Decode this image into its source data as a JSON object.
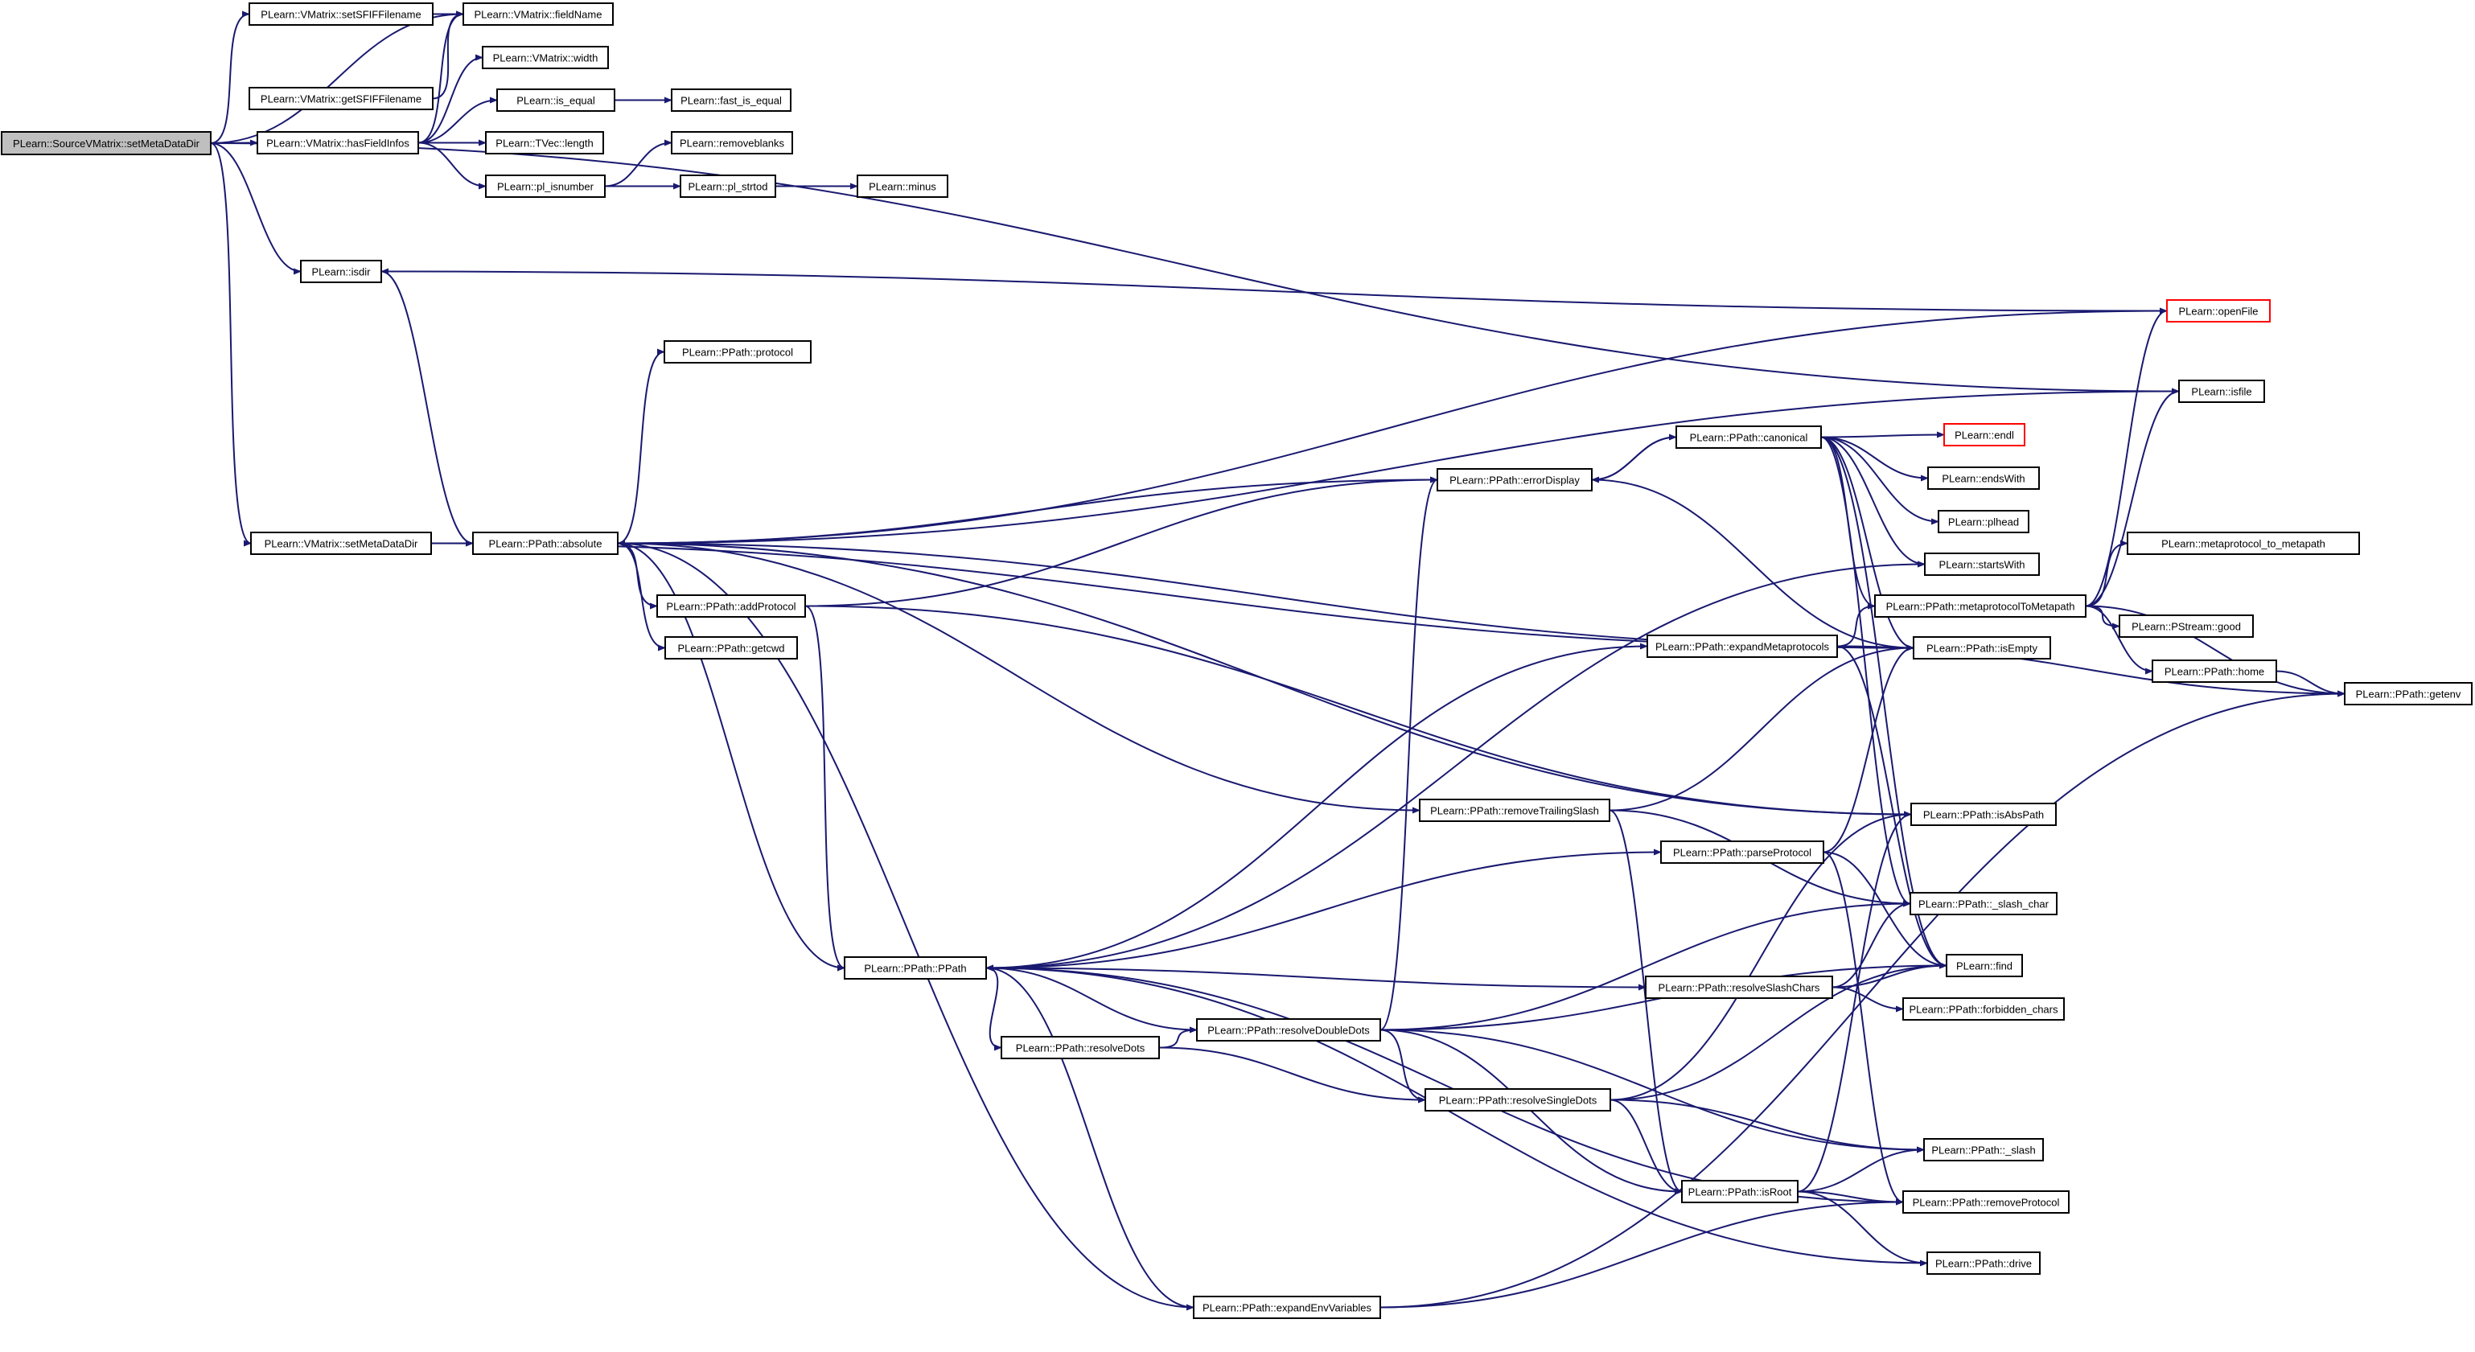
{
  "colors": {
    "edge": "#191970",
    "node_fill": "#ffffff",
    "root_fill": "#bfbfbf",
    "node_border": "#000000",
    "truncated_border": "#ff0000"
  },
  "nodes": {
    "setMetaDataDir_src": {
      "label": "PLearn::SourceVMatrix::setMetaDataDir",
      "style": "root"
    },
    "setSFIFFilename": {
      "label": "PLearn::VMatrix::setSFIFFilename"
    },
    "fieldName": {
      "label": "PLearn::VMatrix::fieldName"
    },
    "getSFIFFilename": {
      "label": "PLearn::VMatrix::getSFIFFilename"
    },
    "width": {
      "label": "PLearn::VMatrix::width"
    },
    "hasFieldInfos": {
      "label": "PLearn::VMatrix::hasFieldInfos"
    },
    "is_equal": {
      "label": "PLearn::is_equal"
    },
    "fast_is_equal": {
      "label": "PLearn::fast_is_equal"
    },
    "tvec_length": {
      "label": "PLearn::TVec::length"
    },
    "removeblanks": {
      "label": "PLearn::removeblanks"
    },
    "pl_isnumber": {
      "label": "PLearn::pl_isnumber"
    },
    "pl_strtod": {
      "label": "PLearn::pl_strtod"
    },
    "minus": {
      "label": "PLearn::minus"
    },
    "isdir": {
      "label": "PLearn::isdir"
    },
    "openFile": {
      "label": "PLearn::openFile",
      "style": "truncated"
    },
    "protocol": {
      "label": "PLearn::PPath::protocol"
    },
    "isfile": {
      "label": "PLearn::isfile"
    },
    "canonical": {
      "label": "PLearn::PPath::canonical"
    },
    "endl": {
      "label": "PLearn::endl",
      "style": "truncated"
    },
    "errorDisplay": {
      "label": "PLearn::PPath::errorDisplay"
    },
    "endsWith": {
      "label": "PLearn::endsWith"
    },
    "plhead": {
      "label": "PLearn::plhead"
    },
    "vm_setMetaDataDir": {
      "label": "PLearn::VMatrix::setMetaDataDir"
    },
    "absolute": {
      "label": "PLearn::PPath::absolute"
    },
    "metaproto_to_metapath": {
      "label": "PLearn::metaprotocol_to_metapath"
    },
    "startsWith": {
      "label": "PLearn::startsWith"
    },
    "addProtocol": {
      "label": "PLearn::PPath::addProtocol"
    },
    "metaprotocolToMetapath": {
      "label": "PLearn::PPath::metaprotocolToMetapath"
    },
    "pstream_good": {
      "label": "PLearn::PStream::good"
    },
    "expandMetaprotocols": {
      "label": "PLearn::PPath::expandMetaprotocols"
    },
    "getcwd": {
      "label": "PLearn::PPath::getcwd"
    },
    "isEmpty": {
      "label": "PLearn::PPath::isEmpty"
    },
    "home": {
      "label": "PLearn::PPath::home"
    },
    "getenv": {
      "label": "PLearn::PPath::getenv"
    },
    "removeTrailingSlash": {
      "label": "PLearn::PPath::removeTrailingSlash"
    },
    "isAbsPath": {
      "label": "PLearn::PPath::isAbsPath"
    },
    "parseProtocol": {
      "label": "PLearn::PPath::parseProtocol"
    },
    "slash_char": {
      "label": "PLearn::PPath::_slash_char"
    },
    "ppath_ctor": {
      "label": "PLearn::PPath::PPath"
    },
    "find": {
      "label": "PLearn::find"
    },
    "resolveSlashChars": {
      "label": "PLearn::PPath::resolveSlashChars"
    },
    "forbidden_chars": {
      "label": "PLearn::PPath::forbidden_chars"
    },
    "resolveDoubleDots": {
      "label": "PLearn::PPath::resolveDoubleDots"
    },
    "resolveDots": {
      "label": "PLearn::PPath::resolveDots"
    },
    "resolveSingleDots": {
      "label": "PLearn::PPath::resolveSingleDots"
    },
    "slash": {
      "label": "PLearn::PPath::_slash"
    },
    "isRoot": {
      "label": "PLearn::PPath::isRoot"
    },
    "removeProtocol": {
      "label": "PLearn::PPath::removeProtocol"
    },
    "drive": {
      "label": "PLearn::PPath::drive"
    },
    "expandEnvVariables": {
      "label": "PLearn::PPath::expandEnvVariables"
    }
  },
  "edges": [
    [
      "setMetaDataDir_src",
      "setSFIFFilename"
    ],
    [
      "setMetaDataDir_src",
      "fieldName"
    ],
    [
      "setMetaDataDir_src",
      "hasFieldInfos"
    ],
    [
      "setMetaDataDir_src",
      "isdir"
    ],
    [
      "setMetaDataDir_src",
      "vm_setMetaDataDir"
    ],
    [
      "setMetaDataDir_src",
      "isfile"
    ],
    [
      "setSFIFFilename",
      "fieldName"
    ],
    [
      "getSFIFFilename",
      "fieldName"
    ],
    [
      "hasFieldInfos",
      "fieldName"
    ],
    [
      "hasFieldInfos",
      "width"
    ],
    [
      "hasFieldInfos",
      "is_equal"
    ],
    [
      "hasFieldInfos",
      "tvec_length"
    ],
    [
      "hasFieldInfos",
      "pl_isnumber"
    ],
    [
      "is_equal",
      "fast_is_equal"
    ],
    [
      "pl_isnumber",
      "removeblanks"
    ],
    [
      "pl_isnumber",
      "pl_strtod"
    ],
    [
      "pl_strtod",
      "minus"
    ],
    [
      "openFile",
      "isdir"
    ],
    [
      "openFile",
      "absolute"
    ],
    [
      "isdir",
      "absolute"
    ],
    [
      "isfile",
      "absolute"
    ],
    [
      "vm_setMetaDataDir",
      "absolute"
    ],
    [
      "vm_setMetaDataDir",
      "isEmpty"
    ],
    [
      "absolute",
      "protocol"
    ],
    [
      "absolute",
      "addProtocol"
    ],
    [
      "absolute",
      "getcwd"
    ],
    [
      "absolute",
      "isEmpty"
    ],
    [
      "absolute",
      "isAbsPath"
    ],
    [
      "absolute",
      "removeTrailingSlash"
    ],
    [
      "absolute",
      "ppath_ctor"
    ],
    [
      "absolute",
      "expandEnvVariables"
    ],
    [
      "addProtocol",
      "errorDisplay"
    ],
    [
      "addProtocol",
      "isAbsPath"
    ],
    [
      "addProtocol",
      "ppath_ctor"
    ],
    [
      "errorDisplay",
      "absolute"
    ],
    [
      "errorDisplay",
      "canonical"
    ],
    [
      "errorDisplay",
      "isEmpty"
    ],
    [
      "canonical",
      "errorDisplay"
    ],
    [
      "canonical",
      "endl"
    ],
    [
      "canonical",
      "endsWith"
    ],
    [
      "canonical",
      "plhead"
    ],
    [
      "canonical",
      "startsWith"
    ],
    [
      "canonical",
      "metaprotocolToMetapath"
    ],
    [
      "canonical",
      "isEmpty"
    ],
    [
      "canonical",
      "find"
    ],
    [
      "canonical",
      "slash_char"
    ],
    [
      "metaprotocolToMetapath",
      "metaproto_to_metapath"
    ],
    [
      "metaprotocolToMetapath",
      "pstream_good"
    ],
    [
      "metaprotocolToMetapath",
      "home"
    ],
    [
      "metaprotocolToMetapath",
      "getenv"
    ],
    [
      "metaprotocolToMetapath",
      "openFile"
    ],
    [
      "metaprotocolToMetapath",
      "isfile"
    ],
    [
      "home",
      "getenv"
    ],
    [
      "expandMetaprotocols",
      "metaprotocolToMetapath"
    ],
    [
      "expandMetaprotocols",
      "isEmpty"
    ],
    [
      "expandMetaprotocols",
      "getenv"
    ],
    [
      "expandMetaprotocols",
      "find"
    ],
    [
      "removeTrailingSlash",
      "isEmpty"
    ],
    [
      "removeTrailingSlash",
      "slash_char"
    ],
    [
      "removeTrailingSlash",
      "isRoot"
    ],
    [
      "ppath_ctor",
      "startsWith"
    ],
    [
      "ppath_ctor",
      "expandMetaprotocols"
    ],
    [
      "ppath_ctor",
      "parseProtocol"
    ],
    [
      "ppath_ctor",
      "resolveSlashChars"
    ],
    [
      "ppath_ctor",
      "resolveDots"
    ],
    [
      "parseProtocol",
      "isEmpty"
    ],
    [
      "parseProtocol",
      "find"
    ],
    [
      "parseProtocol",
      "removeProtocol"
    ],
    [
      "resolveSlashChars",
      "slash_char"
    ],
    [
      "resolveSlashChars",
      "find"
    ],
    [
      "resolveSlashChars",
      "forbidden_chars"
    ],
    [
      "resolveDots",
      "resolveDoubleDots"
    ],
    [
      "resolveDots",
      "resolveSingleDots"
    ],
    [
      "resolveDoubleDots",
      "ppath_ctor"
    ],
    [
      "resolveDoubleDots",
      "errorDisplay"
    ],
    [
      "resolveDoubleDots",
      "slash_char"
    ],
    [
      "resolveDoubleDots",
      "find"
    ],
    [
      "resolveDoubleDots",
      "resolveSingleDots"
    ],
    [
      "resolveDoubleDots",
      "slash"
    ],
    [
      "resolveDoubleDots",
      "isRoot"
    ],
    [
      "resolveSingleDots",
      "isAbsPath"
    ],
    [
      "resolveSingleDots",
      "find"
    ],
    [
      "resolveSingleDots",
      "slash"
    ],
    [
      "resolveSingleDots",
      "isRoot"
    ],
    [
      "isRoot",
      "isAbsPath"
    ],
    [
      "isRoot",
      "slash"
    ],
    [
      "isRoot",
      "removeProtocol"
    ],
    [
      "isRoot",
      "drive"
    ],
    [
      "removeProtocol",
      "ppath_ctor"
    ],
    [
      "drive",
      "ppath_ctor"
    ],
    [
      "expandEnvVariables",
      "ppath_ctor"
    ],
    [
      "expandEnvVariables",
      "getenv"
    ],
    [
      "expandEnvVariables",
      "removeProtocol"
    ]
  ]
}
